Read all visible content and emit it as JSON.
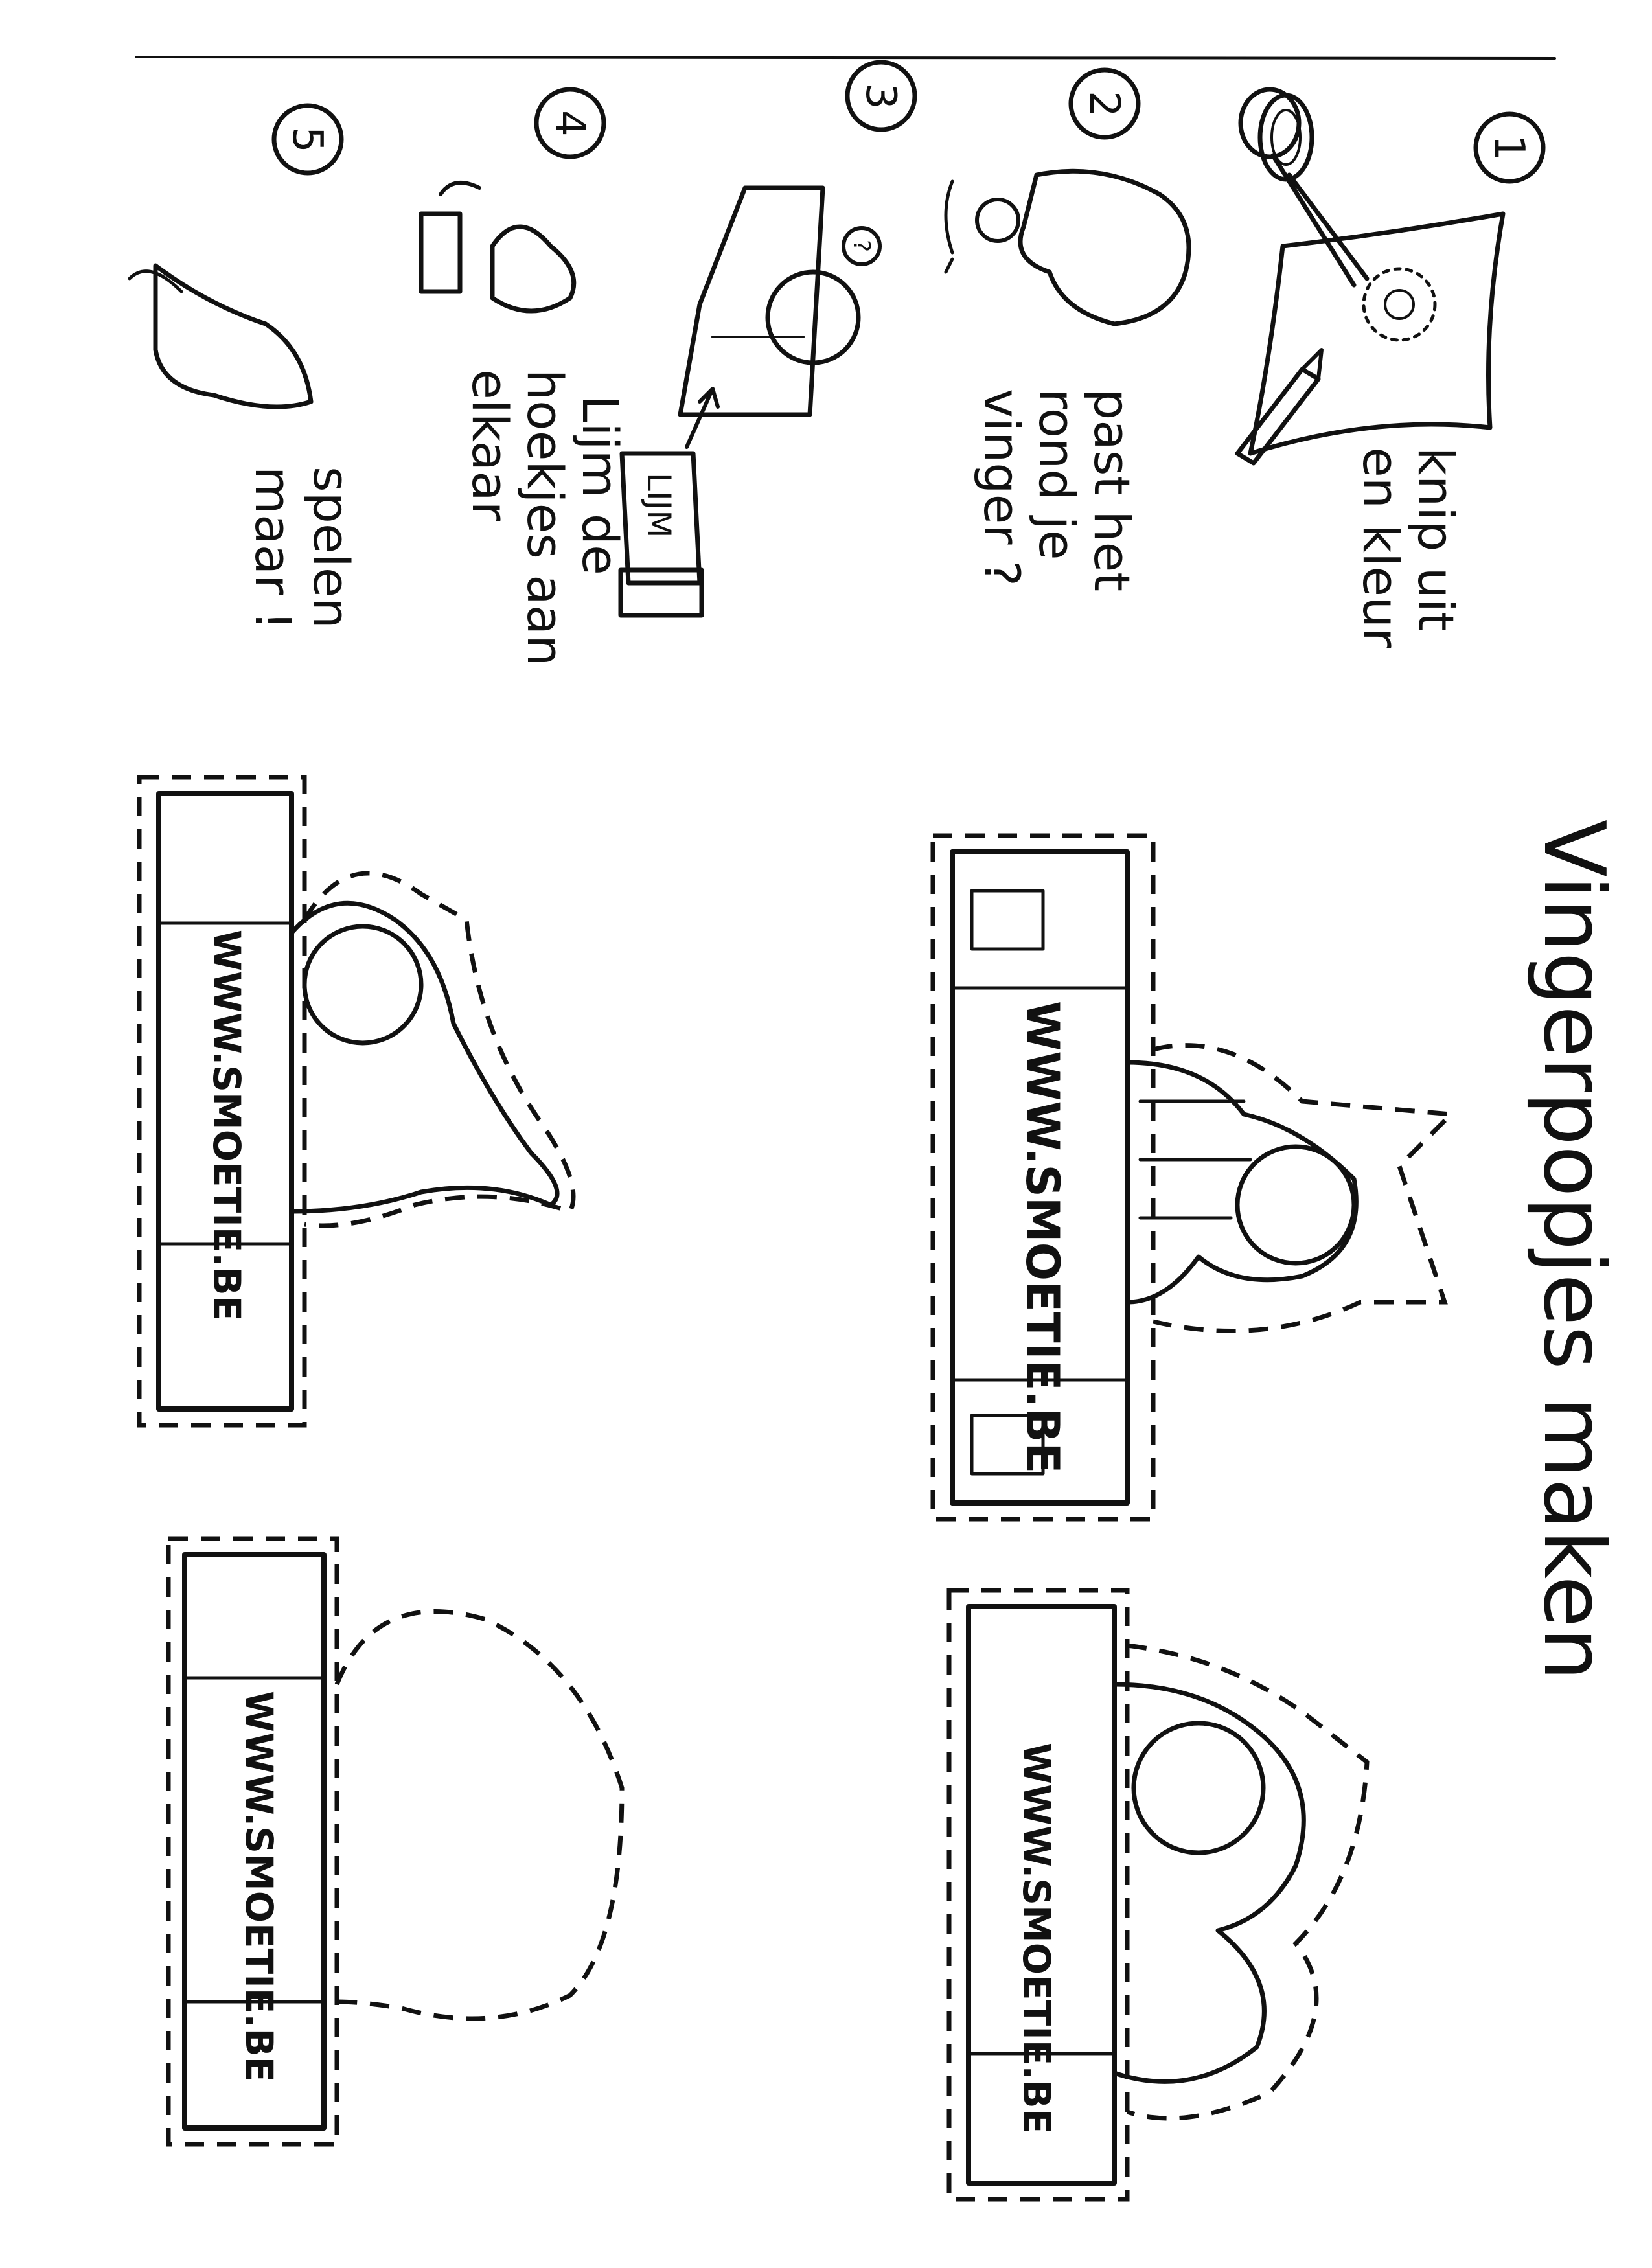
{
  "title": "Vingerpopjes maken",
  "steps": [
    {
      "number": "1",
      "lines": [
        "knip uit",
        "en kleur"
      ]
    },
    {
      "number": "2",
      "lines": [
        "past het",
        "rond je",
        "vinger ?"
      ]
    },
    {
      "number": "3",
      "glue_label": "LIJM"
    },
    {
      "number": "4",
      "lines": [
        "Lijm de",
        "hoekjes aan",
        "elkaar"
      ]
    },
    {
      "number": "5",
      "lines": [
        "spelen",
        "maar !"
      ]
    }
  ],
  "bands": [
    "WWW.SMOETIE.BE",
    "WWW.SMOETIE.BE",
    "WWW.SMOETIE.BE",
    "WWW.SMOETIE.BE"
  ],
  "icons": [
    "scissors-icon",
    "pencil-icon",
    "hand-icon",
    "glue-stick-icon",
    "cat-icon",
    "arrow-icon"
  ],
  "colors": {
    "ink": "#111111",
    "paper": "#ffffff"
  }
}
